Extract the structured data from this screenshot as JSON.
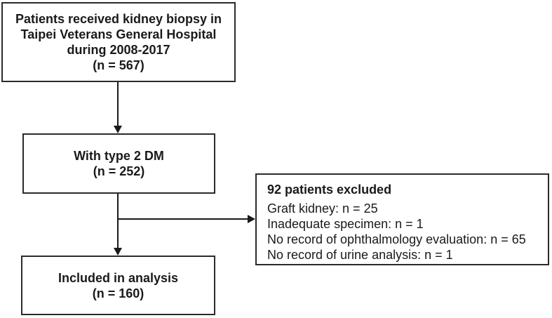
{
  "flowchart": {
    "boxes": {
      "initial": {
        "text": "Patients received kidney biopsy in\nTaipei Veterans General Hospital\nduring 2008-2017\n(n = 567)"
      },
      "type2dm": {
        "text": "With type 2 DM\n(n = 252)"
      },
      "excluded": {
        "title": "92 patients excluded",
        "items": [
          "Graft kidney: n = 25",
          "Inadequate specimen: n = 1",
          "No record of ophthalmology evaluation: n = 65",
          "No record of urine analysis: n = 1"
        ]
      },
      "included": {
        "text": "Included in analysis\n(n = 160)"
      }
    },
    "colors": {
      "border": "#2b2b2b",
      "text": "#1a1a1a",
      "arrow": "#1a1a1a",
      "background": "#ffffff"
    }
  }
}
